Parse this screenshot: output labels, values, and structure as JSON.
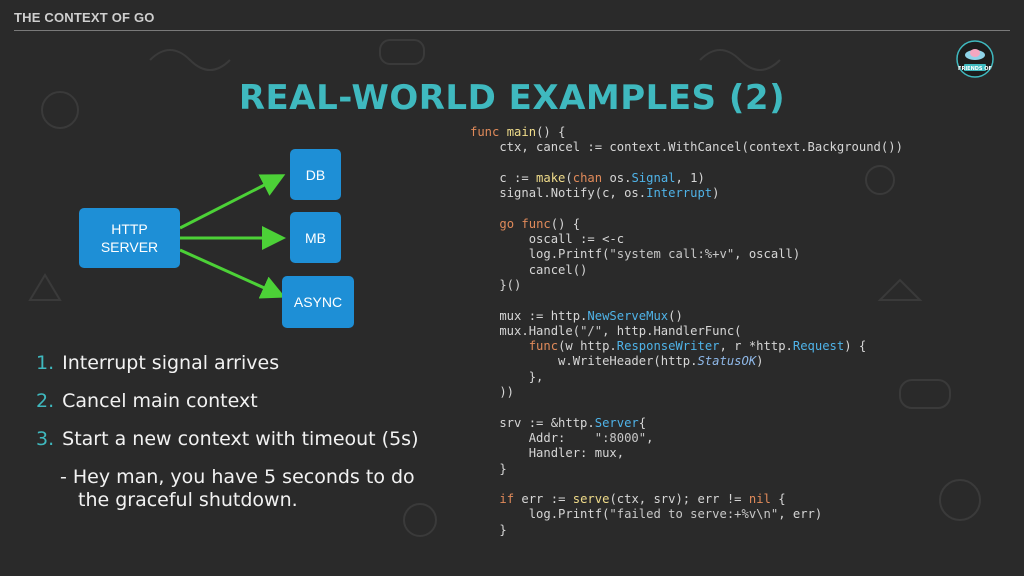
{
  "header": {
    "title": "THE CONTEXT OF GO"
  },
  "badge": {
    "label": "FRIENDS OF"
  },
  "slide": {
    "title": "REAL-WORLD EXAMPLES (2)"
  },
  "diagram": {
    "source": {
      "line1": "HTTP",
      "line2": "SERVER"
    },
    "targets": [
      "DB",
      "MB",
      "ASYNC"
    ],
    "colors": {
      "box": "#1e8fd6",
      "arrow": "#4cd137"
    }
  },
  "steps": [
    {
      "num": "1.",
      "text": "Interrupt signal arrives"
    },
    {
      "num": "2.",
      "text": "Cancel main context"
    },
    {
      "num": "3.",
      "text": "Start a new context with timeout (5s)"
    }
  ],
  "note": {
    "line1": "- Hey man, you have 5 seconds to do",
    "line2": "the graceful shutdown."
  },
  "code": {
    "lines": [
      "func main() {",
      "    ctx, cancel := context.WithCancel(context.Background())",
      "",
      "    c := make(chan os.Signal, 1)",
      "    signal.Notify(c, os.Interrupt)",
      "",
      "    go func() {",
      "        oscall := <-c",
      "        log.Printf(\"system call:%+v\", oscall)",
      "        cancel()",
      "    }()",
      "",
      "    mux := http.NewServeMux()",
      "    mux.Handle(\"/\", http.HandlerFunc(",
      "        func(w http.ResponseWriter, r *http.Request) {",
      "            w.WriteHeader(http.StatusOK)",
      "        },",
      "    ))",
      "",
      "    srv := &http.Server{",
      "        Addr:    \":8000\",",
      "        Handler: mux,",
      "    }",
      "",
      "    if err := serve(ctx, srv); err != nil {",
      "        log.Printf(\"failed to serve:+%v\\n\", err)",
      "    }"
    ]
  },
  "colors": {
    "accent": "#3fb9bf",
    "background": "#2a2a2a"
  }
}
